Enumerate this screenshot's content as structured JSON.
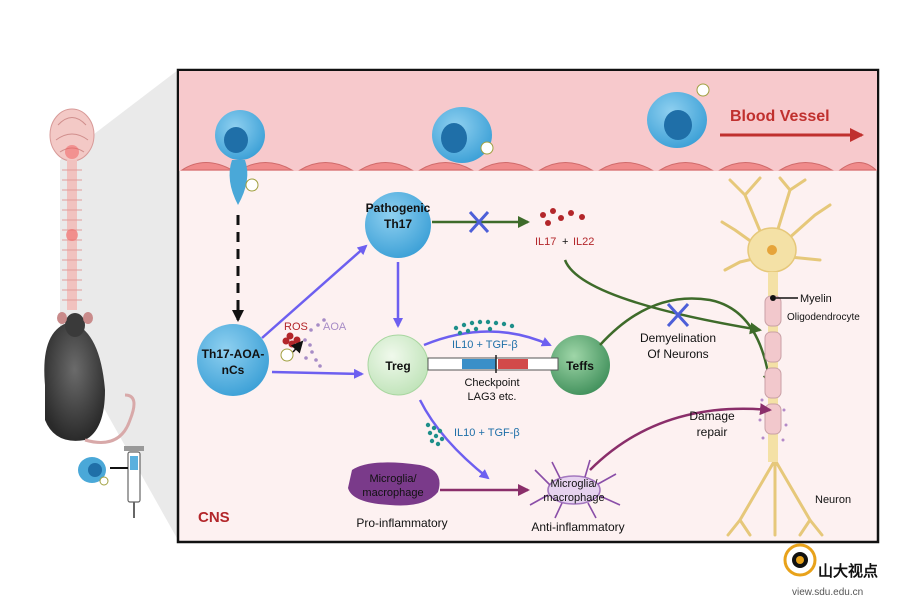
{
  "colors": {
    "vessel_band": "#f7c9cc",
    "cns_bg": "#fdf1f1",
    "cell_blue": "#4aa8d8",
    "cell_nucleus": "#1f6fa8",
    "treg_fill": "#d9efd4",
    "teff_fill": "#5aa873",
    "arrow_blue": "#6d5ff0",
    "arrow_green": "#3e6b2a",
    "arrow_purple": "#8a2e6a",
    "blocked_x": "#4d5fd8",
    "cns_red": "#b3262a",
    "neuron": "#f4e1a6"
  },
  "labels": {
    "blood_vessel": "Blood Vessel",
    "pathogenic_th17_line1": "Pathogenic",
    "pathogenic_th17_line2": "Th17",
    "il17": "IL17",
    "plus": "+",
    "il22": "IL22",
    "th17_aoa_line1": "Th17-AOA-",
    "th17_aoa_line2": "nCs",
    "ros": "ROS",
    "aoa": "AOA",
    "treg": "Treg",
    "il10_tgfb_top": "IL10 + TGF-β",
    "teffs": "Teffs",
    "checkpoint_line1": "Checkpoint",
    "checkpoint_line2": "LAG3 etc.",
    "il10_tgfb_bottom": "IL10 + TGF-β",
    "demyelination_line1": "Demyelination",
    "demyelination_line2": "Of Neurons",
    "myelin": "Myelin",
    "oligodendrocyte": "Oligodendrocyte",
    "damage_line1": "Damage",
    "damage_line2": "repair",
    "neuron": "Neuron",
    "microglia_pro_line1": "Microglia/",
    "microglia_pro_line2": "macrophage",
    "pro_inflammatory": "Pro-inflammatory",
    "microglia_anti_line1": "Microglia/",
    "microglia_anti_line2": "macrophage",
    "anti_inflammatory": "Anti-inflammatory",
    "cns": "CNS"
  },
  "watermark": {
    "title": "山大视点",
    "url": "view.sdu.edu.cn"
  }
}
